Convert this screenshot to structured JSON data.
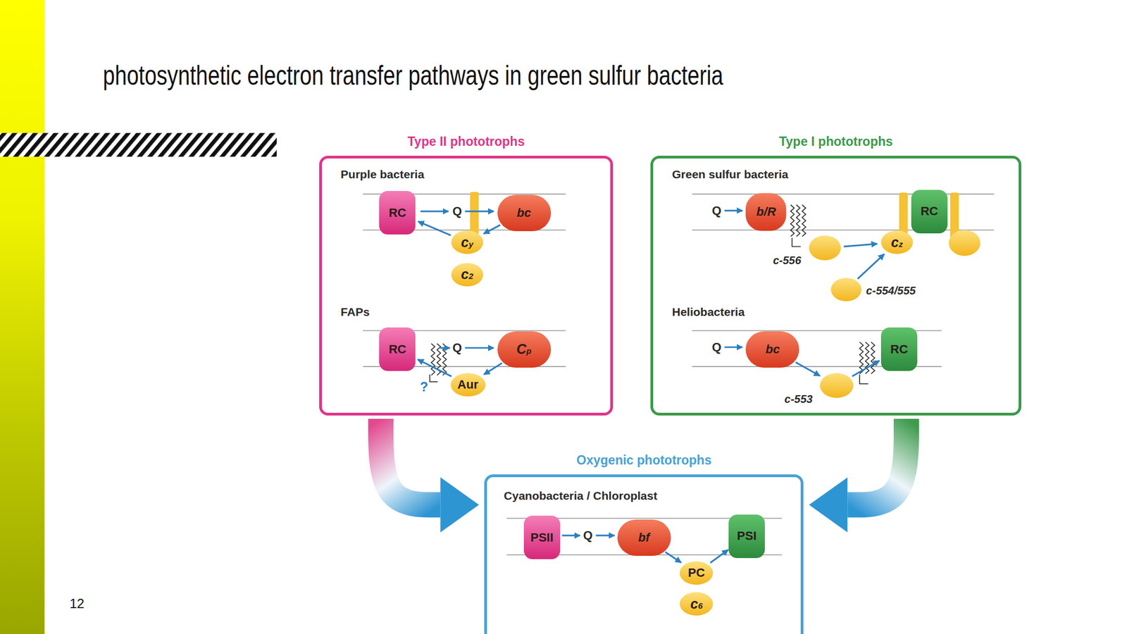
{
  "diagram": {
    "title": "photosynthetic electron transfer pathways in green sulfur bacteria",
    "nodes": [
      {
        "text": [
          "Type II phototrophs"
        ]
      },
      {
        "text": [
          "RC"
        ],
        "in": 0
      },
      {
        "text": [
          "bc"
        ],
        "in": 0
      },
      {
        "text": [
          "cy"
        ],
        "in": 0
      },
      {
        "text": [
          "c2"
        ],
        "in": 0
      },
      {
        "text": [
          "RC"
        ],
        "in": 0
      },
      {
        "text": [
          "Cp"
        ],
        "in": 0
      },
      {
        "text": [
          "Aur"
        ],
        "in": 0
      },
      {
        "text": [
          "Type I phototrophs"
        ]
      },
      {
        "text": [
          "b/R"
        ],
        "in": 8
      },
      {
        "text": [
          "c-556"
        ],
        "in": 8
      },
      {
        "text": [
          "cz"
        ],
        "in": 8
      },
      {
        "text": [
          "RC"
        ],
        "in": 8
      },
      {
        "text": [
          "c-554/555"
        ],
        "in": 8
      },
      {
        "text": [
          "bc"
        ],
        "in": 8
      },
      {
        "text": [
          "c-553"
        ],
        "in": 8
      },
      {
        "text": [
          "RC"
        ],
        "in": 8
      },
      {
        "text": [
          "Oxygenic phototrophs"
        ]
      },
      {
        "text": [
          "PSII"
        ],
        "in": 17
      },
      {
        "text": [
          "bf"
        ],
        "in": 17
      },
      {
        "text": [
          "PSI"
        ],
        "in": 17
      },
      {
        "text": [
          "PC"
        ],
        "in": 17
      },
      {
        "text": [
          "c6"
        ],
        "in": 17
      }
    ],
    "edges": [
      {
        "from": 2,
        "to": 3,
        "arrow": "to"
      },
      {
        "from": 3,
        "to": 1,
        "arrow": "to"
      },
      {
        "from": 6,
        "to": 7,
        "arrow": "to"
      },
      {
        "from": 7,
        "to": 5,
        "arrow": "to"
      },
      {
        "from": 10,
        "to": 11,
        "arrow": "to"
      },
      {
        "from": 13,
        "to": 11,
        "arrow": "to"
      },
      {
        "from": 14,
        "to": 15,
        "arrow": "to"
      },
      {
        "from": 15,
        "to": 16,
        "arrow": "to"
      },
      {
        "from": 19,
        "to": 21,
        "arrow": "to"
      },
      {
        "from": 21,
        "to": 20,
        "arrow": "to"
      },
      {
        "from": 0,
        "to": 17,
        "arrow": "to"
      },
      {
        "from": 8,
        "to": 17,
        "arrow": "to"
      }
    ],
    "labels": [
      "Purple bacteria",
      "Q",
      "FAPs",
      "Q",
      "?",
      "Green sulfur bacteria",
      "Q",
      "Heliobacteria",
      "Q",
      "Cyanobacteria / Chloroplast",
      "Q",
      "12"
    ]
  }
}
